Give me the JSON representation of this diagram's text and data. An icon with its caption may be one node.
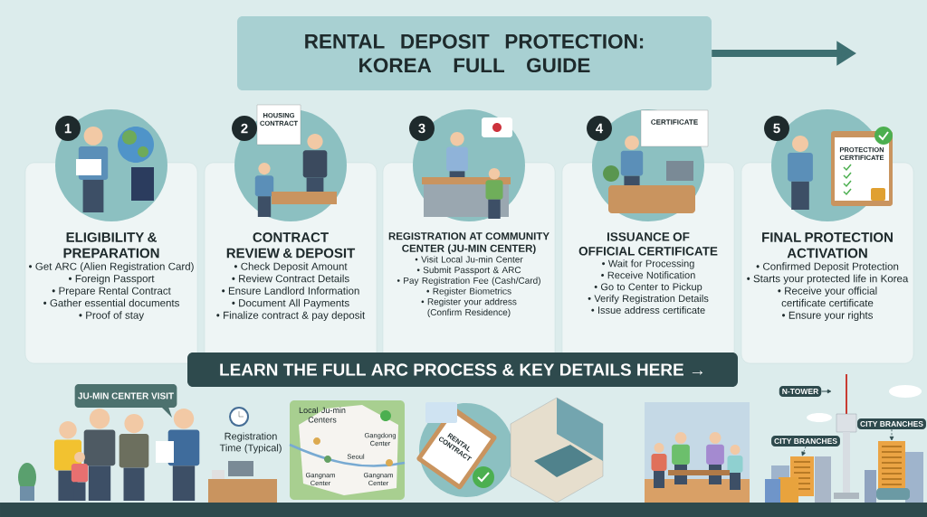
{
  "diagram": {
    "nodes": [
      {
        "text": [
          "RENTAL DEPOSIT PROTECTION: KOREA FULL GUIDE"
        ]
      },
      {
        "text": [
          "1"
        ]
      },
      {
        "text": [
          "2"
        ]
      },
      {
        "text": [
          "3"
        ]
      },
      {
        "text": [
          "4"
        ]
      },
      {
        "text": [
          "5"
        ]
      },
      {
        "text": [
          "ELIGIBILITY & PREPARATION",
          "• Get ARC (Alien Registration Card)",
          "• Foreign Passport",
          "• Prepare Rental Contract",
          "• Gather essential documents",
          "• Proof of stay"
        ]
      },
      {
        "text": [
          "CONTRACT REVIEW & DEPOSIT",
          "• Check Deposit Amount",
          "• Review Contract Details",
          "• Ensure Landlord Information",
          "• Document All Payments",
          "• Finalize contract & pay deposit"
        ]
      },
      {
        "text": [
          "REGISTRATION AT COMMUNITY CENTER (JU-MIN CENTER)",
          "• Visit Local Ju-min Center",
          "• Submit Passport & ARC",
          "• Pay Registration Fee (Cash/Card)",
          "• Register Biometrics",
          "• Register your address (Confirm Residence)"
        ]
      },
      {
        "text": [
          "ISSUANCE OF OFFICIAL CERTIFICATE",
          "• Wait for Processing",
          "• Receive Notification",
          "• Go to Center to Pickup",
          "• Verify Registration Details",
          "• Issue address certificate"
        ]
      },
      {
        "text": [
          "FINAL PROTECTION ACTIVATION",
          "• Confirmed Deposit Protection",
          "• Starts your protected life in Korea",
          "• Receive your official certificate certificate",
          "• Ensure your rights"
        ]
      },
      {
        "text": [
          "LEARN THE FULL ARC PROCESS & KEY DETAILS HERE →"
        ]
      },
      {
        "text": [
          "JU-MIN CENTER VISIT"
        ]
      },
      {
        "text": [
          "N-TOWER"
        ]
      },
      {
        "text": [],
        "shape": "picture"
      },
      {
        "text": [
          "CITY BRANCHES"
        ]
      },
      {
        "text": [],
        "shape": "picture"
      },
      {
        "text": [
          "CITY BRANCHES"
        ]
      },
      {
        "text": [],
        "shape": "picture"
      }
    ],
    "edges": [
      {
        "from": 0,
        "to": null,
        "arrow": "to",
        "style": "thick",
        "color": "#3d6f71"
      },
      {
        "from": 13,
        "to": 14,
        "arrow": "to"
      },
      {
        "from": 15,
        "to": 16,
        "arrow": "to",
        "style": "dashed"
      },
      {
        "from": 17,
        "to": 18,
        "arrow": "to",
        "style": "dashed"
      }
    ],
    "labels": [
      "HOUSING CONTRACT",
      "CERTIFICATE",
      "PROTECTION CERTIFICATE",
      "Local Ju-min Centers",
      "Gangdong Center",
      "Registration Time (Typical)",
      "RENTAL CONTRACT",
      "Seoul",
      "Gangnam Center",
      "Gangnam Center"
    ]
  }
}
